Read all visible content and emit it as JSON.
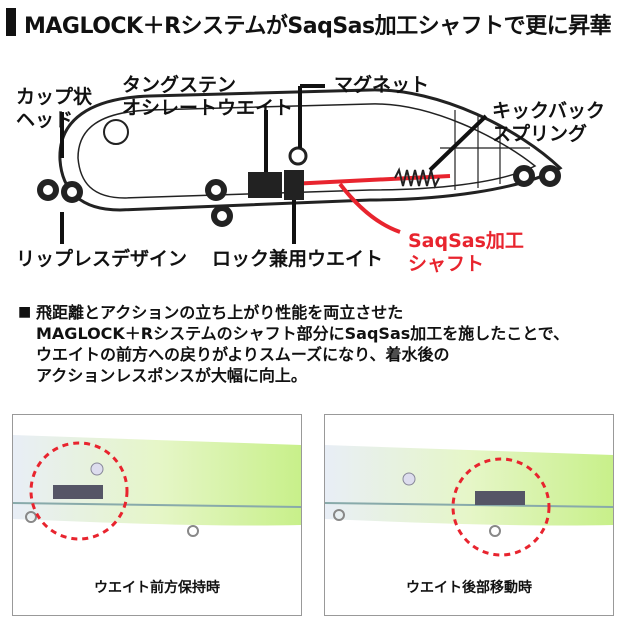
{
  "title": "MAGLOCK＋RシステムがSaqSas加工シャフトで更に昇華",
  "labels": {
    "cup_head_1": "カップ状",
    "cup_head_2": "ヘッド",
    "tungsten_1": "タングステン",
    "tungsten_2": "オシレートウエイト",
    "magnet": "マグネット",
    "kickback_1": "キックバック",
    "kickback_2": "スプリング",
    "lipless": "リップレスデザイン",
    "lock_weight": "ロック兼用ウエイト",
    "saqsas_1": "SaqSas加工",
    "saqsas_2": "シャフト"
  },
  "description": {
    "bullet": "■",
    "lines": [
      "飛距離とアクションの立ち上がり性能を両立させた",
      "MAGLOCK＋Rシステムのシャフト部分にSaqSas加工を施したことで、",
      "ウエイトの前方への戻りがよりスムーズになり、着水後の",
      "アクションレスポンスが大幅に向上。"
    ]
  },
  "photos": [
    {
      "caption": "ウエイト前方保持時"
    },
    {
      "caption": "ウエイト後部移動時"
    }
  ],
  "colors": {
    "accent": "#e8242e",
    "lure_green": "#d6f2a0"
  }
}
